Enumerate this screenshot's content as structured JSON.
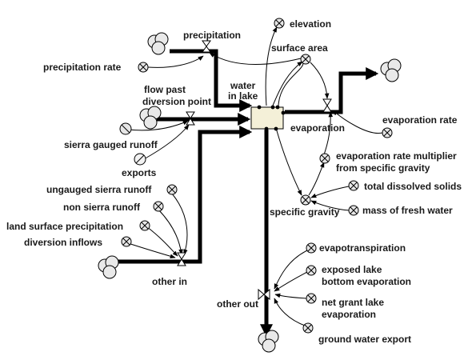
{
  "diagram": {
    "stock": {
      "name": "water in lake",
      "line1": "water",
      "line2": "in lake"
    },
    "flows": {
      "precipitation": "precipitation",
      "flow_past_diversion_line1": "flow past",
      "flow_past_diversion_line2": "diversion point",
      "evaporation": "evaporation",
      "other_in": "other in",
      "other_out": "other out"
    },
    "converters": {
      "elevation": "elevation",
      "surface_area": "surface area",
      "precipitation_rate": "precipitation rate",
      "sierra_gauged_runoff": "sierra gauged runoff",
      "exports": "exports",
      "evaporation_rate": "evaporation rate",
      "evap_rate_multiplier_line1": "evaporation rate multiplier",
      "evap_rate_multiplier_line2": "from specific gravity",
      "total_dissolved_solids": "total dissolved solids",
      "specific_gravity": "specific gravity",
      "mass_of_fresh_water": "mass of fresh water",
      "ungauged_sierra_runoff": "ungauged sierra runoff",
      "non_sierra_runoff": "non sierra runoff",
      "land_surface_precipitation": "land surface precipitation",
      "diversion_inflows": "diversion inflows",
      "evapotranspiration": "evapotranspiration",
      "exposed_lake_line1": "exposed lake",
      "exposed_lake_line2": "bottom evaporation",
      "net_grant_lake_line1": "net grant lake",
      "net_grant_lake_line2": "evaporation",
      "ground_water_export": "ground water export"
    }
  }
}
